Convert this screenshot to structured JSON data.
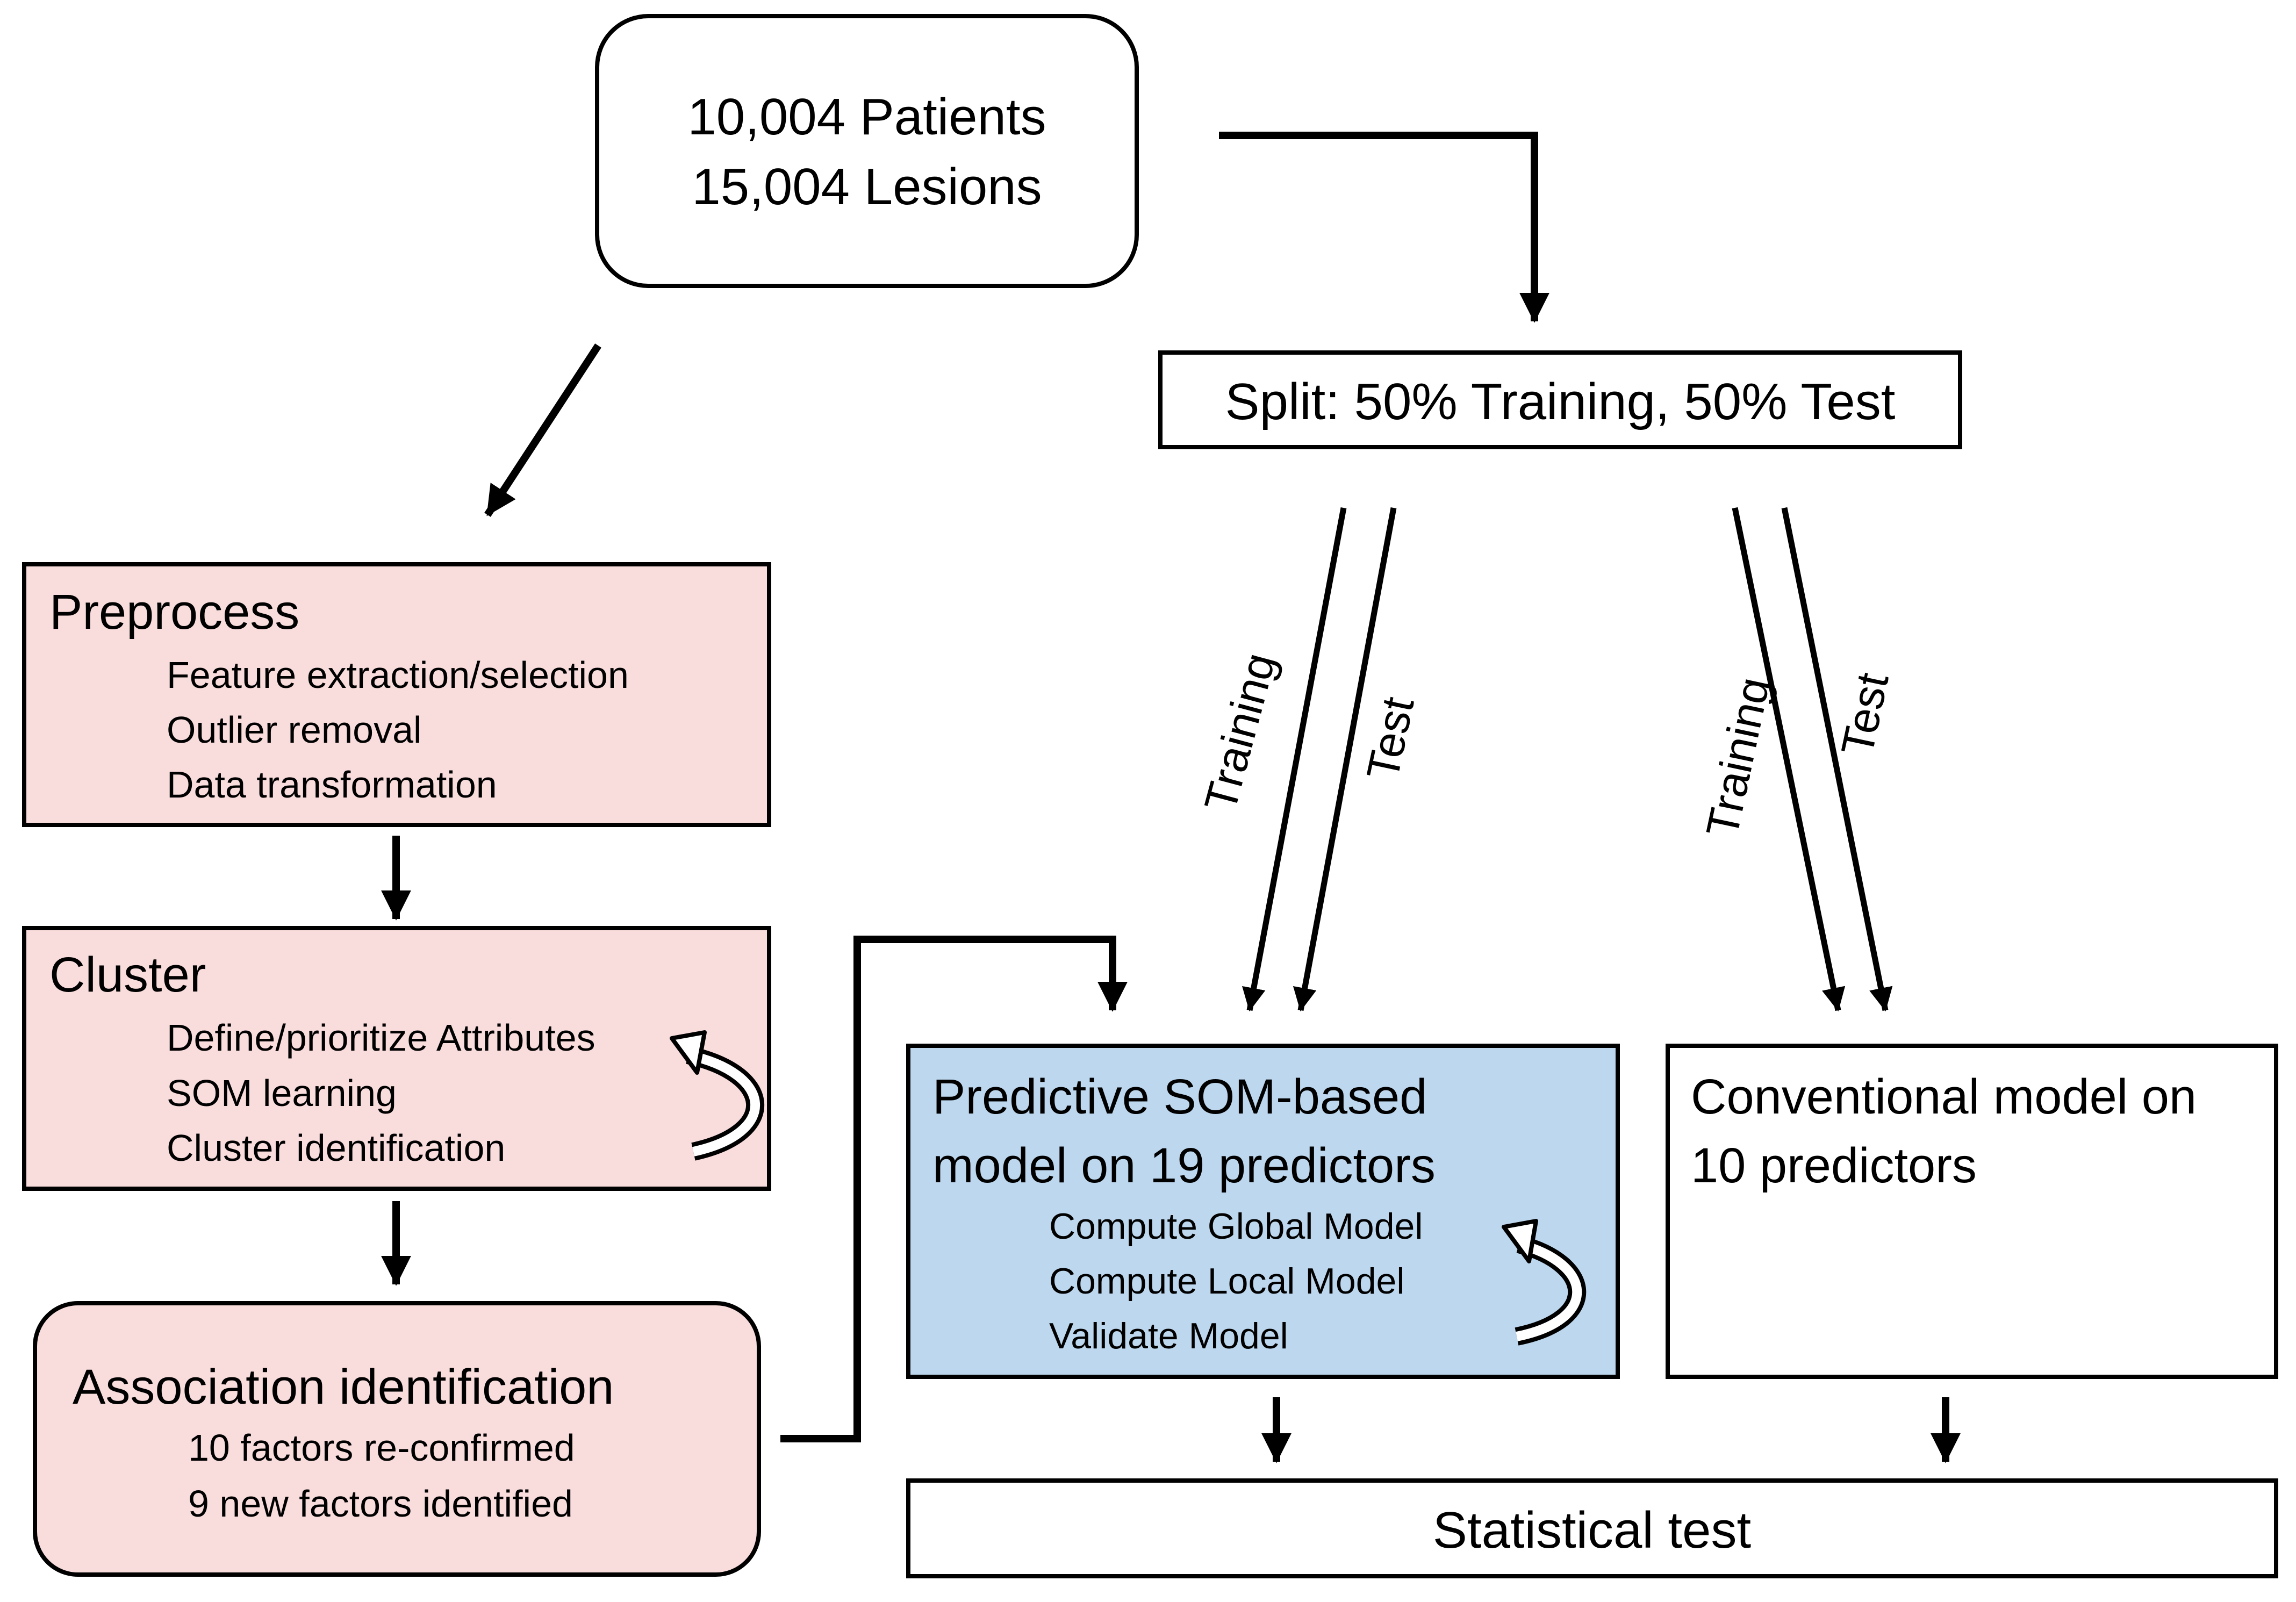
{
  "colors": {
    "pink_fill": "#f9dcdc",
    "blue_fill": "#bdd7ee",
    "white_fill": "#ffffff",
    "stroke": "#000000"
  },
  "start": {
    "line1": "10,004 Patients",
    "line2": "15,004 Lesions"
  },
  "split": {
    "label": "Split: 50% Training, 50% Test"
  },
  "preprocess": {
    "title": "Preprocess",
    "items": [
      "Feature extraction/selection",
      "Outlier removal",
      "Data transformation"
    ]
  },
  "cluster": {
    "title": "Cluster",
    "items": [
      "Define/prioritize Attributes",
      "SOM learning",
      "Cluster identification"
    ]
  },
  "association": {
    "title": "Association identification",
    "items": [
      "10 factors re-confirmed",
      "9 new factors identified"
    ]
  },
  "som_model": {
    "title_line1": "Predictive SOM-based",
    "title_line2": "model on 19 predictors",
    "items": [
      "Compute Global Model",
      "Compute Local Model",
      "Validate Model"
    ]
  },
  "conventional": {
    "title_line1": "Conventional model on",
    "title_line2": "10 predictors"
  },
  "stat_test": {
    "label": "Statistical test"
  },
  "arrow_labels": {
    "training": "Training",
    "test": "Test"
  }
}
